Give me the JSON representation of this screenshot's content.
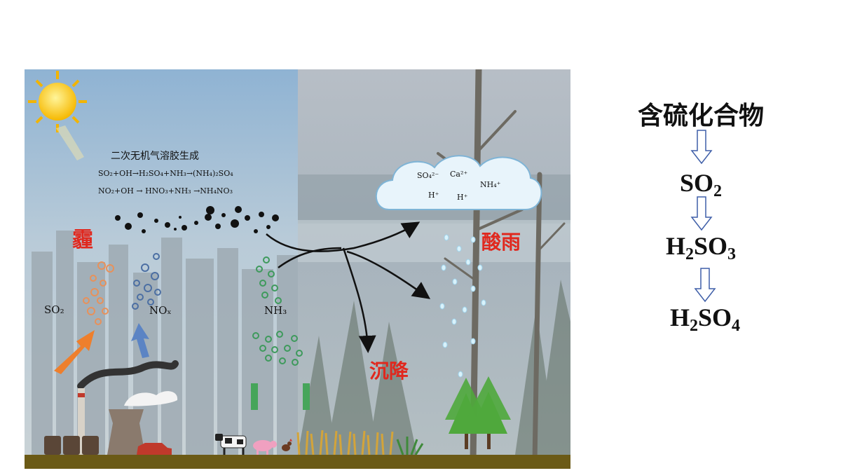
{
  "illustration": {
    "process_title": "二次无机气溶胶生成",
    "reaction_1": "SO₂+OH→H₂SO₄+NH₃→(NH₄)₂SO₄",
    "reaction_2": "NO₂+OH → HNO₃+NH₃ →NH₄NO₃",
    "haze_label": "霾",
    "acid_rain_label": "酸雨",
    "deposition_label": "沉降",
    "cloud_ions": [
      "SO₄²⁻",
      "Ca²⁺",
      "H⁺",
      "H⁺",
      "NH₄⁺"
    ],
    "source_so2": "SO₂",
    "source_nox": "NOₓ",
    "source_nh3": "NH₃"
  },
  "chain": {
    "title": "含硫化合物",
    "step1": {
      "base": "SO",
      "sub": "2"
    },
    "step2": {
      "h": "H",
      "hsub": "2",
      "base": "SO",
      "sub": "3"
    },
    "step3": {
      "h": "H",
      "hsub": "2",
      "base": "SO",
      "sub": "4"
    }
  }
}
